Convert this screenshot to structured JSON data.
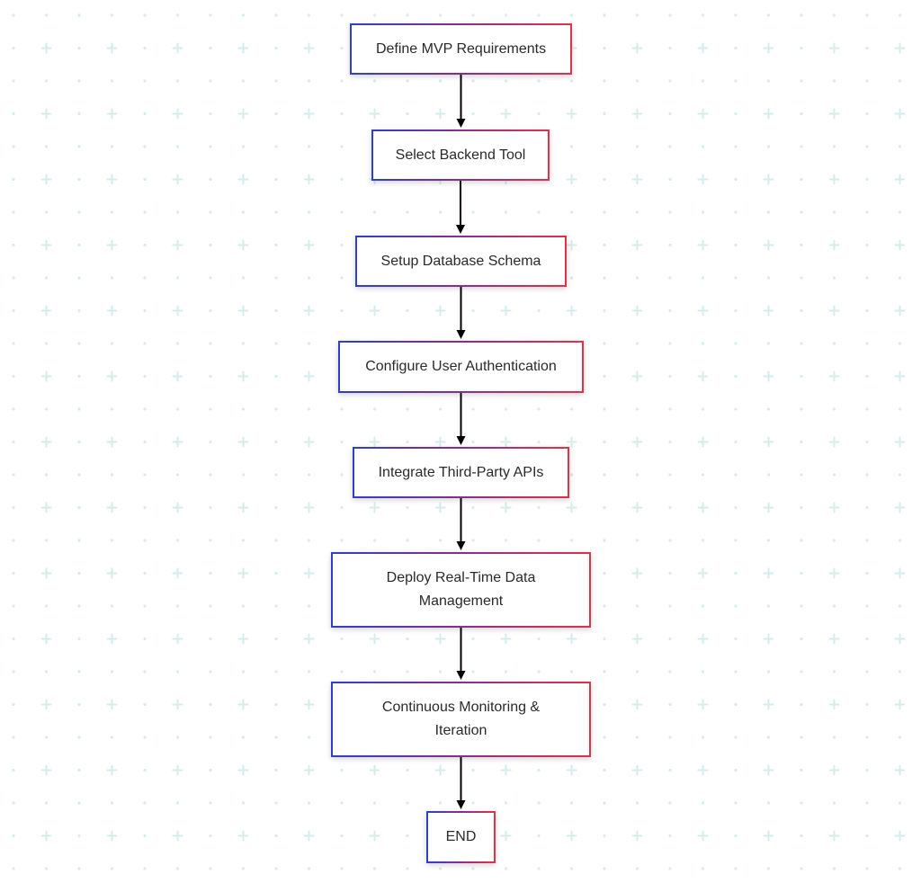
{
  "diagram": {
    "type": "flowchart",
    "direction": "top-to-bottom",
    "colors": {
      "background": "#ffffff",
      "grid_mark": "#d6ecec",
      "border_start": "#2f3fc8",
      "border_end": "#e0334a",
      "arrow": "#000000",
      "text": "#2a2a2a"
    },
    "nodes": [
      {
        "id": "n1",
        "label": "Define MVP Requirements"
      },
      {
        "id": "n2",
        "label": "Select Backend Tool"
      },
      {
        "id": "n3",
        "label": "Setup Database Schema"
      },
      {
        "id": "n4",
        "label": "Configure User Authentication"
      },
      {
        "id": "n5",
        "label": "Integrate Third-Party APIs"
      },
      {
        "id": "n6",
        "label": "Deploy Real-Time Data Management"
      },
      {
        "id": "n7",
        "label": "Continuous Monitoring & Iteration"
      },
      {
        "id": "n8",
        "label": "END"
      }
    ],
    "edges": [
      {
        "from": "n1",
        "to": "n2"
      },
      {
        "from": "n2",
        "to": "n3"
      },
      {
        "from": "n3",
        "to": "n4"
      },
      {
        "from": "n4",
        "to": "n5"
      },
      {
        "from": "n5",
        "to": "n6"
      },
      {
        "from": "n6",
        "to": "n7"
      },
      {
        "from": "n7",
        "to": "n8"
      }
    ]
  }
}
